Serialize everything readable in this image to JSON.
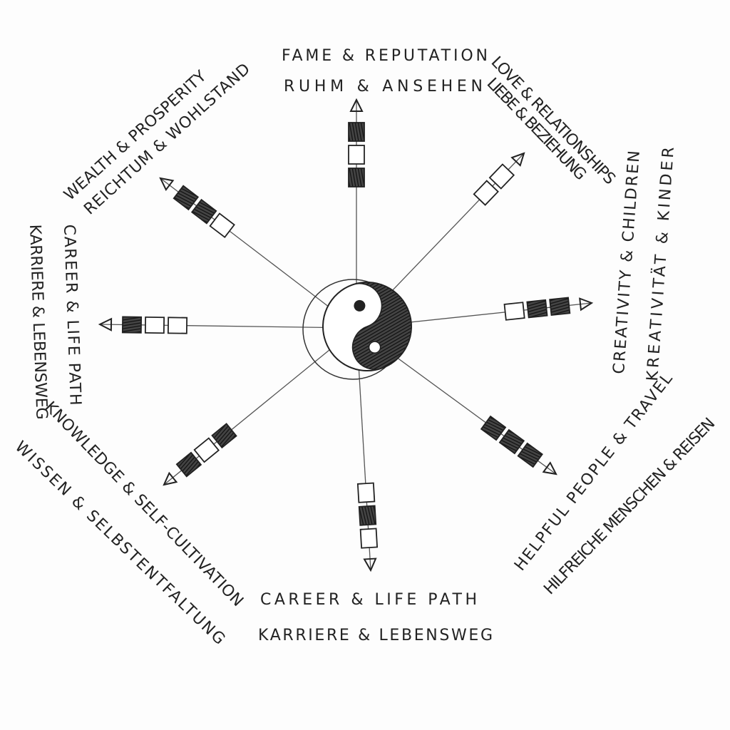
{
  "labels": {
    "fame": {
      "en": "FAME & REPUTATION",
      "de": "RUHM & ANSEHEN"
    },
    "love": {
      "en": "LOVE & RELATIONSHIPS",
      "de": "LIEBE & BEZIEHUNG"
    },
    "creativity": {
      "en": "CREATIVITY & CHILDREN",
      "de": "KREATIVITÄT & KINDER"
    },
    "helpful": {
      "en": "HELPFUL PEOPLE & TRAVEL",
      "de": "HILFREICHE MENSCHEN & REISEN"
    },
    "career": {
      "en": "CAREER & LIFE PATH",
      "de": "KARRIERE & LEBENSWEG"
    },
    "knowledge": {
      "en": "KNOWLEDGE & SELF-CULTIVATION",
      "de": "WISSEN & SELBSTENTFALTUNG"
    },
    "left": {
      "en": "CAREER & LIFE PATH",
      "de": "KARRIERE & LEBENSWEG"
    },
    "wealth": {
      "en": "WEALTH & PROSPERITY",
      "de": "REICHTUM & WOHLSTAND"
    }
  },
  "spokes": [
    {
      "name": "fame",
      "boxes_outer_to_inner": [
        "filled",
        "empty",
        "filled"
      ]
    },
    {
      "name": "love",
      "boxes_outer_to_inner": [
        "empty",
        "empty"
      ]
    },
    {
      "name": "creativity",
      "boxes_outer_to_inner": [
        "filled",
        "filled",
        "empty"
      ]
    },
    {
      "name": "helpful",
      "boxes_outer_to_inner": [
        "filled",
        "filled",
        "filled"
      ]
    },
    {
      "name": "career",
      "boxes_outer_to_inner": [
        "empty",
        "filled",
        "empty"
      ]
    },
    {
      "name": "knowledge",
      "boxes_outer_to_inner": [
        "filled",
        "empty",
        "filled"
      ]
    },
    {
      "name": "left",
      "boxes_outer_to_inner": [
        "filled",
        "empty",
        "empty"
      ]
    },
    {
      "name": "wealth",
      "boxes_outer_to_inner": [
        "filled",
        "filled",
        "empty"
      ]
    }
  ],
  "colors": {
    "ink": "#222222",
    "paper": "#fdfdfd"
  }
}
